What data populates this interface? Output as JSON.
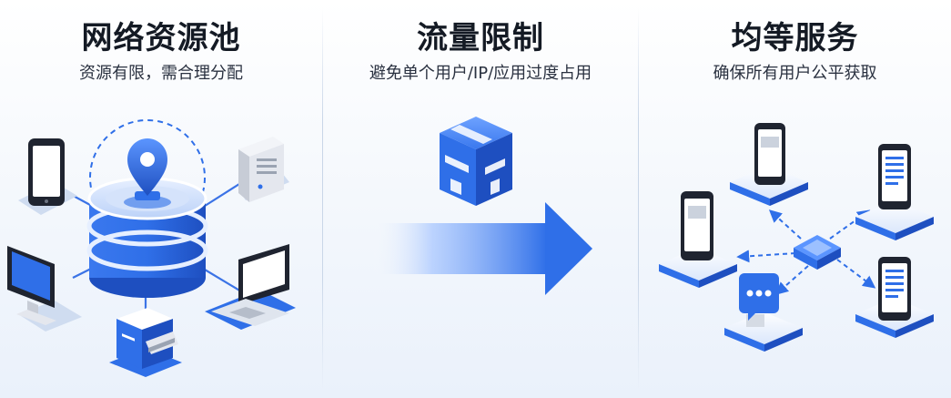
{
  "panels": [
    {
      "title": "网络资源池",
      "subtitle": "资源有限，需合理分配"
    },
    {
      "title": "流量限制",
      "subtitle": "避免单个用户/IP/应用过度占用"
    },
    {
      "title": "均等服务",
      "subtitle": "确保所有用户公平获取"
    }
  ],
  "colors": {
    "accent": "#2f6fe8",
    "accent_dark": "#1e4fc0",
    "accent_light": "#cfe0ff",
    "device_dark": "#1f2430",
    "title": "#141a24"
  },
  "icons": {
    "pool": [
      "smartphone-icon",
      "server-tower-icon",
      "database-icon",
      "location-pin-icon",
      "monitor-icon",
      "laptop-icon",
      "printer-icon"
    ],
    "limit": [
      "cube-icon",
      "arrow-right-icon"
    ],
    "equal": [
      "hub-icon",
      "smartphone-icon",
      "chat-bubble-icon"
    ]
  }
}
